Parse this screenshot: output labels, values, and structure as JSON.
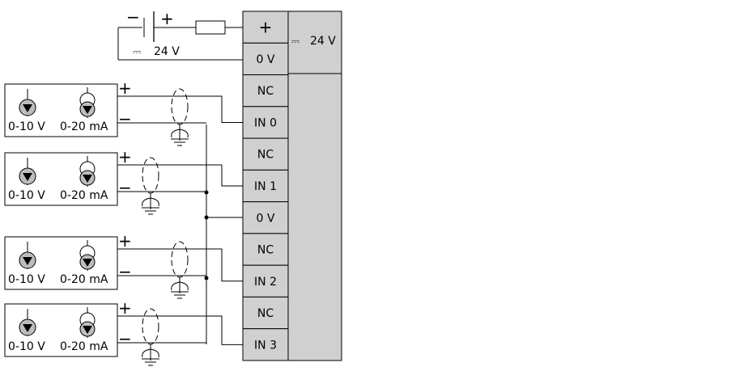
{
  "power": {
    "minus_label": "−",
    "plus_label": "+",
    "dc_symbol": "⎓",
    "voltage_label": "24 V"
  },
  "module": {
    "supply_label": "24 V",
    "terminals": [
      {
        "label": "+"
      },
      {
        "label": "0 V"
      },
      {
        "label": "NC"
      },
      {
        "label": "IN 0"
      },
      {
        "label": "NC"
      },
      {
        "label": "IN 1"
      },
      {
        "label": "0 V"
      },
      {
        "label": "NC"
      },
      {
        "label": "IN 2"
      },
      {
        "label": "NC"
      },
      {
        "label": "IN 3"
      }
    ]
  },
  "sensors": [
    {
      "voltage_label": "0-10 V",
      "current_label": "0-20 mA",
      "plus_label": "+",
      "minus_label": "−"
    },
    {
      "voltage_label": "0-10 V",
      "current_label": "0-20 mA",
      "plus_label": "+",
      "minus_label": "−"
    },
    {
      "voltage_label": "0-10 V",
      "current_label": "0-20 mA",
      "plus_label": "+",
      "minus_label": "−"
    },
    {
      "voltage_label": "0-10 V",
      "current_label": "0-20 mA",
      "plus_label": "+",
      "minus_label": "−"
    }
  ]
}
